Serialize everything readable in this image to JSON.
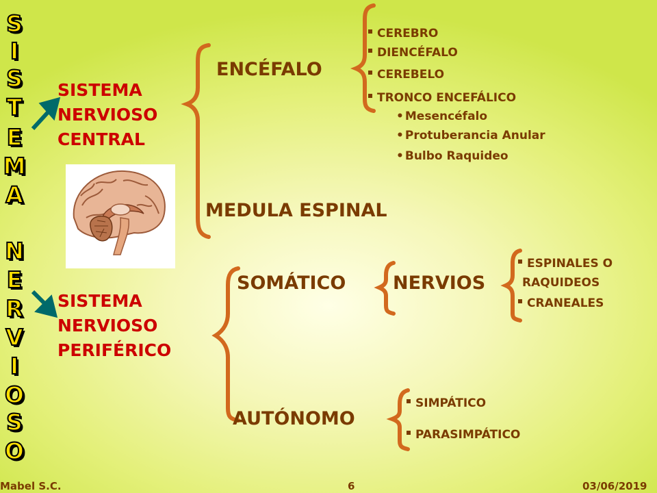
{
  "side_title": [
    "S",
    "I",
    "S",
    "T",
    "E",
    "M",
    "A",
    "",
    "N",
    "E",
    "R",
    "V",
    "I",
    "O",
    "S",
    "O"
  ],
  "snc": {
    "l1": "SISTEMA",
    "l2": "NERVIOSO",
    "l3": "CENTRAL"
  },
  "snp": {
    "l1": "SISTEMA",
    "l2": "NERVIOSO",
    "l3": "PERIFÉRICO"
  },
  "encefalo": {
    "label": "ENCÉFALO",
    "parts": [
      "CEREBRO",
      "DIENCÉFALO",
      "CEREBELO",
      "TRONCO ENCEFÁLICO"
    ],
    "tronco_parts": [
      "Mesencéfalo",
      "Protuberancia Anular",
      "Bulbo Raquideo"
    ]
  },
  "medula": "MEDULA ESPINAL",
  "somatico": "SOMÁTICO",
  "nervios": {
    "label": "NERVIOS",
    "items": [
      "ESPINALES O",
      "RAQUIDEOS",
      "CRANEALES"
    ]
  },
  "autonomo": {
    "label": "AUTÓNOMO",
    "items": [
      "SIMPÁTICO",
      "PARASIMPÁTICO"
    ]
  },
  "footer": {
    "author": "Mabel S.C.",
    "page": "6",
    "date": "03/06/2019"
  },
  "colors": {
    "title_red": "#cc0000",
    "text_brown": "#7a3b00",
    "bracket": "#d2691e",
    "arrow_teal": "#006a6a",
    "side_yellow": "#ffde00"
  }
}
